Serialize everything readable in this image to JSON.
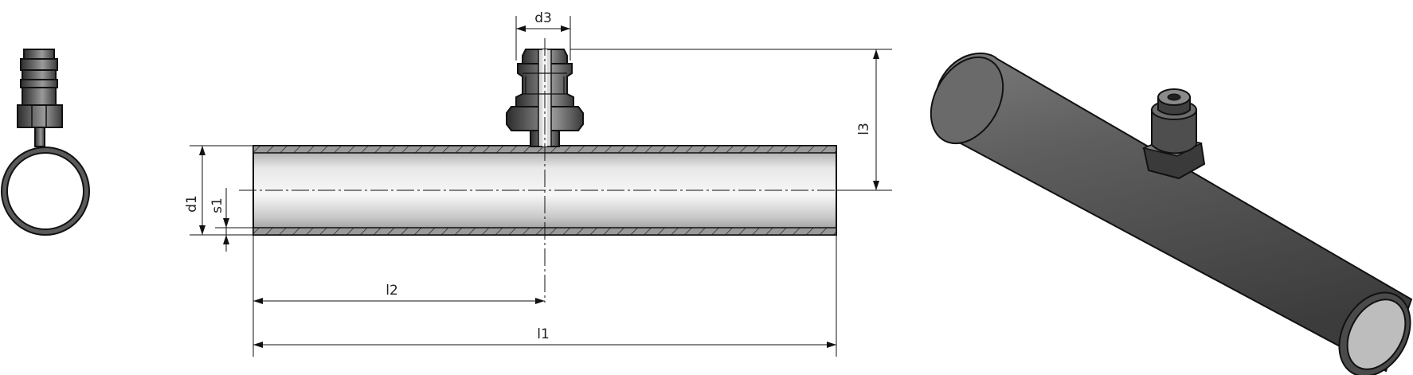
{
  "dimensions": {
    "d1": "d1",
    "s1": "s1",
    "d3": "d3",
    "l1": "l1",
    "l2": "l2",
    "l3": "l3"
  },
  "colors": {
    "line": "#111111",
    "pipe_light": "#dcdcdc",
    "pipe_dark": "#8a8a8a",
    "fitting_dark": "#3a3a3a",
    "render_body": "#5a5a5a",
    "render_shadow": "#2e2e2e"
  }
}
